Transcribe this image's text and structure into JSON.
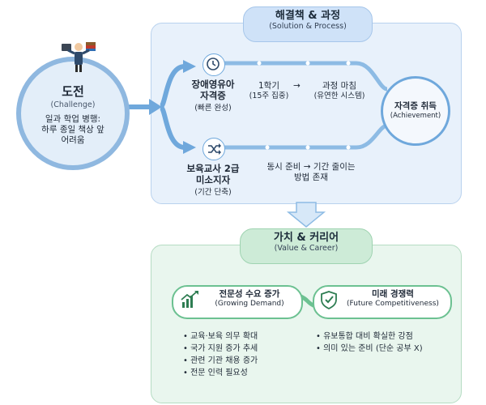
{
  "challenge": {
    "title": "도전",
    "subtitle": "(Challenge)",
    "description_line1": "일과 학업 병행:",
    "description_line2": "하루 종일 책상 앞",
    "description_line3": "어려움"
  },
  "solution": {
    "header_title": "해결책 & 과정",
    "header_subtitle": "(Solution & Process)",
    "path1": {
      "title_line1": "장애영유아",
      "title_line2": "자격증",
      "note": "(빠른 완성)",
      "step1_line1": "1학기",
      "step1_line2": "(15주 집중)",
      "arrow": "→",
      "step2_line1": "과정 마침",
      "step2_line2": "(유연한 시스템)"
    },
    "path2": {
      "title_line1": "보육교사 2급",
      "title_line2": "미소지자",
      "note": "(기간 단축)",
      "step_line1": "동시 준비 → 기간 줄이는",
      "step_line2": "방법 존재"
    },
    "achievement": {
      "title": "자격증 취득",
      "subtitle": "(Achievement)"
    }
  },
  "value": {
    "header_title": "가치 & 커리어",
    "header_subtitle": "(Value & Career)",
    "demand": {
      "title": "전문성 수요 증가",
      "subtitle": "(Growing Demand)",
      "bullets": [
        "• 교육·보육 의무 확대",
        "• 국가 지원 증가 추세",
        "• 관련 기관 채용 증가",
        "• 전문 인력 필요성"
      ]
    },
    "future": {
      "title": "미래 경쟁력",
      "subtitle": "(Future Competitiveness)",
      "bullets": [
        "• 유보통합 대비 확실한 강점",
        "• 의미 있는 준비 (단순 공부 X)"
      ]
    }
  },
  "colors": {
    "blue_accent": "#5b93c9",
    "green_accent": "#4fae79"
  }
}
